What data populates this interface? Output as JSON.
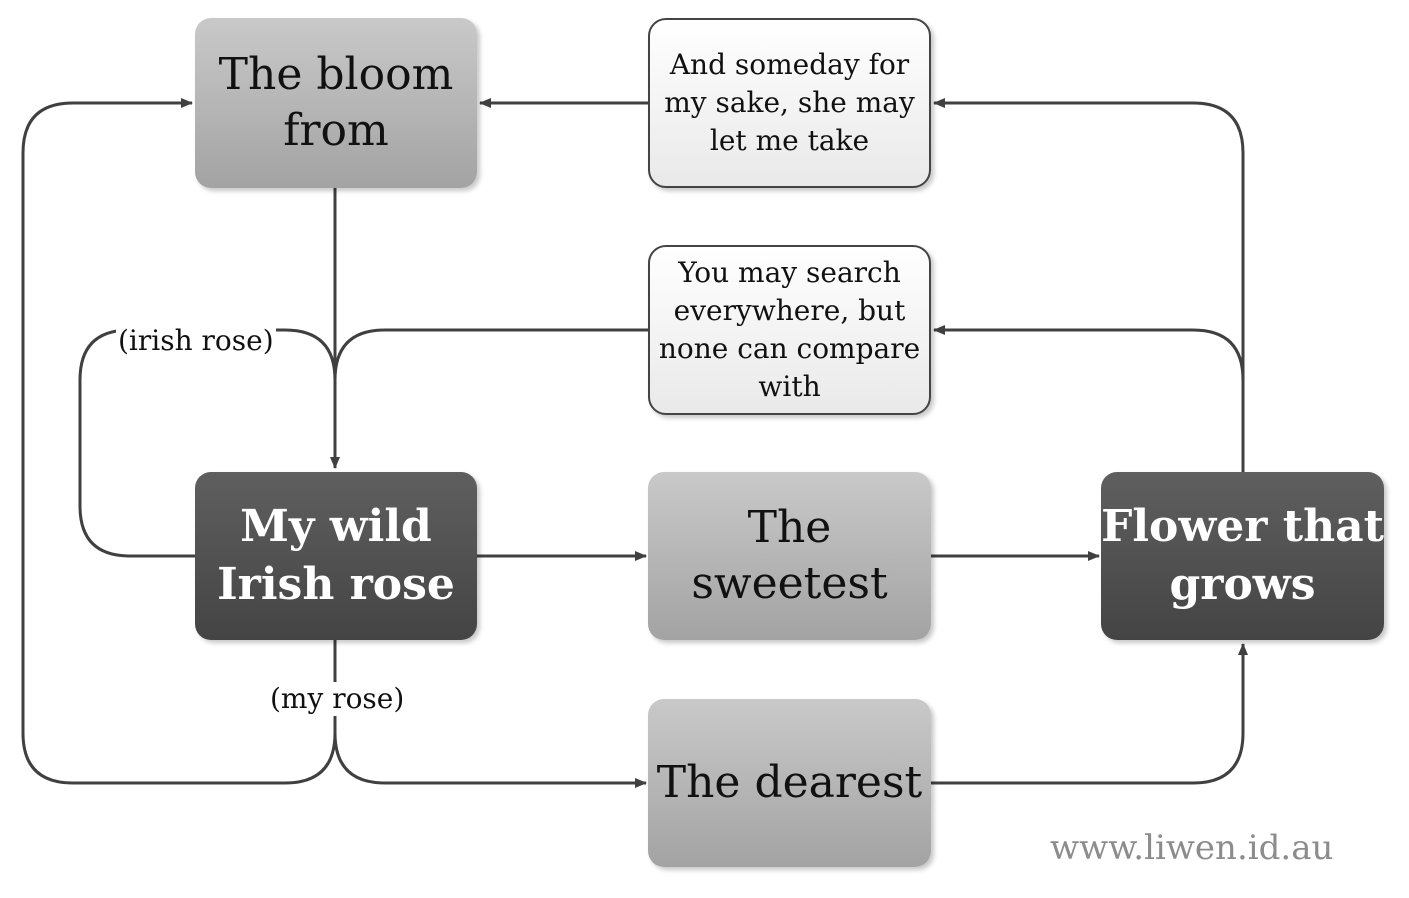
{
  "nodes": {
    "bloom": "The bloom from",
    "wild_rose": "My wild Irish rose",
    "sweetest": "The sweetest",
    "dearest": "The dearest",
    "flower": "Flower that grows",
    "someday": "And someday for my sake, she may let me take",
    "search": "You may search everywhere, but none can compare with"
  },
  "edge_labels": {
    "irish_rose": "(irish rose)",
    "my_rose": "(my rose)"
  },
  "watermark": "www.liwen.id.au",
  "colors": {
    "line": "#404040",
    "dark_node": "#4f4f4f",
    "mid_node": "#b5b5b5",
    "light_node": "#f5f5f5",
    "watermark": "#8c8c8c"
  }
}
